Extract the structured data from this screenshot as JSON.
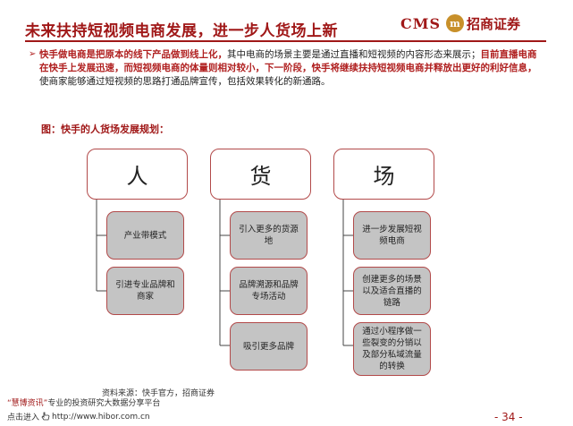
{
  "header": {
    "title": "未来扶持短视频电商发展，进一步人货场上新",
    "logo_text": "CMS",
    "logo_mark": "m",
    "logo_name": "招商证券"
  },
  "paragraph": {
    "seg1_red": "快手做电商是把原本的线下产品做到线上化，",
    "seg2": "其中电商的场景主要是通过直播和短视频的内容形态来展示；",
    "seg3_red": "目前直播电商在快手上发展迅速，而短视频电商的体量则相对较小，下一阶段，快手将继续扶持短视频电商并释放出更好的利好信息，",
    "seg4": "使商家能够通过短视频的思路打通品牌宣传，包括效果转化的新通路。"
  },
  "figure": {
    "caption": "图：快手的人货场发展规划：",
    "columns": [
      {
        "head": "人",
        "items": [
          "产业带模式",
          "引进专业品牌和商家"
        ]
      },
      {
        "head": "货",
        "items": [
          "引入更多的货源地",
          "品牌溯源和品牌专场活动",
          "吸引更多品牌"
        ]
      },
      {
        "head": "场",
        "items": [
          "进一步发展短视频电商",
          "创建更多的场景以及适合直播的链路",
          "通过小程序做一些裂变的分销以及部分私域流量的转换"
        ]
      }
    ]
  },
  "footer": {
    "source": "资料来源：快手官方，招商证券",
    "brand_quoted": "“慧博资讯”",
    "brand_rest": "专业的投资研究大数据分享平台",
    "link_prefix": "点击进入",
    "link_url": "http://www.hibor.com.cn",
    "page_number": "- 34 -"
  },
  "colors": {
    "brand": "#a01818",
    "box_border": "#b24a4a",
    "box_fill": "#c4c4c4"
  }
}
